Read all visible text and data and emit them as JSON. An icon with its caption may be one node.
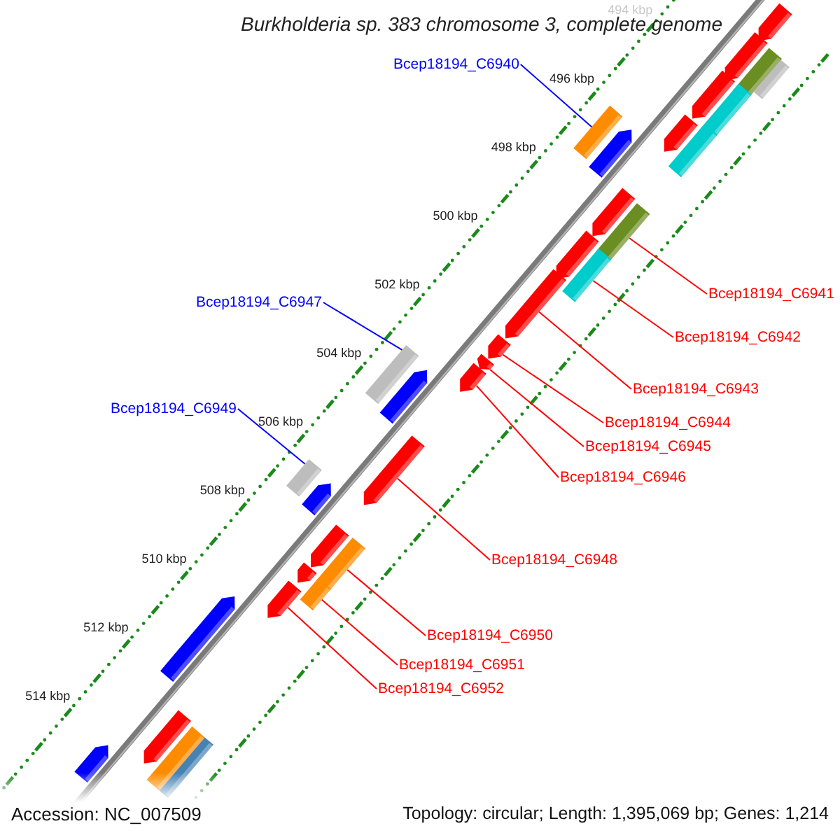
{
  "diagram": {
    "title": "Burkholderia sp. 383 chromosome 3, complete genome",
    "nodes": [
      {
        "text": [
          "Bcep18194_C6940"
        ]
      },
      {
        "text": [
          "Bcep18194_C6941"
        ]
      },
      {
        "text": [
          "Bcep18194_C6942"
        ]
      },
      {
        "text": [
          "Bcep18194_C6947"
        ]
      },
      {
        "text": [
          "Bcep18194_C6943"
        ]
      },
      {
        "text": [
          "Bcep18194_C6949"
        ]
      },
      {
        "text": [
          "Bcep18194_C6944"
        ]
      },
      {
        "text": [
          "Bcep18194_C6945"
        ]
      },
      {
        "text": [
          "Bcep18194_C6946"
        ]
      },
      {
        "text": [
          "Bcep18194_C6948"
        ]
      },
      {
        "text": [
          "Bcep18194_C6950"
        ]
      },
      {
        "text": [
          "Bcep18194_C6951"
        ]
      },
      {
        "text": [
          "Bcep18194_C6952"
        ]
      },
      {
        "text": [],
        "shape": "bar"
      },
      {
        "text": [],
        "shape": "bar"
      },
      {
        "text": [],
        "shape": "bar"
      },
      {
        "text": [],
        "shape": "bar"
      },
      {
        "text": [],
        "shape": "bar"
      },
      {
        "text": [],
        "shape": "bar"
      },
      {
        "text": [],
        "shape": "bar"
      },
      {
        "text": [],
        "shape": "bar"
      },
      {
        "text": [],
        "shape": "bar"
      },
      {
        "text": [],
        "shape": "bar"
      },
      {
        "text": [],
        "shape": "bar"
      },
      {
        "text": [],
        "shape": "bar"
      },
      {
        "text": [],
        "shape": "bar"
      },
      {
        "text": [],
        "shape": "bar"
      },
      {
        "text": [],
        "shape": "bar"
      },
      {
        "text": [],
        "shape": "bar"
      },
      {
        "text": [],
        "shape": "bar"
      },
      {
        "text": [],
        "shape": "bar"
      },
      {
        "text": [],
        "shape": "bar"
      },
      {
        "text": [],
        "shape": "bar"
      },
      {
        "text": [],
        "shape": "bar"
      },
      {
        "text": [],
        "shape": "bar"
      },
      {
        "text": [],
        "shape": "bar"
      },
      {
        "text": [],
        "shape": "bar"
      },
      {
        "text": [],
        "shape": "bar"
      },
      {
        "text": [],
        "shape": "bar"
      },
      {
        "text": [],
        "shape": "bar"
      },
      {
        "text": [],
        "shape": "bar"
      },
      {
        "text": [],
        "shape": "bar"
      },
      {
        "text": [],
        "shape": "bar"
      },
      {
        "text": [],
        "shape": "bar"
      },
      {
        "text": [],
        "shape": "bar"
      },
      {
        "text": [],
        "shape": "bar"
      }
    ],
    "edges": [
      {
        "from": 0,
        "to": 21,
        "arrow": "none",
        "color": "#0000ff"
      },
      {
        "from": 1,
        "to": 24,
        "arrow": "none"
      },
      {
        "from": 2,
        "to": 26,
        "arrow": "none"
      },
      {
        "from": 3,
        "to": 31,
        "arrow": "none",
        "color": "#0000ff"
      },
      {
        "from": 4,
        "to": 27,
        "arrow": "none"
      },
      {
        "from": 5,
        "to": 34,
        "arrow": "none",
        "color": "#0000ff"
      },
      {
        "from": 6,
        "to": 28,
        "arrow": "none"
      },
      {
        "from": 7,
        "to": 29,
        "arrow": "none"
      },
      {
        "from": 8,
        "to": 30,
        "arrow": "none"
      },
      {
        "from": 9,
        "to": 33,
        "arrow": "none"
      },
      {
        "from": 10,
        "to": 37,
        "arrow": "none"
      },
      {
        "from": 11,
        "to": 39,
        "arrow": "none"
      },
      {
        "from": 12,
        "to": 40,
        "arrow": "none"
      }
    ],
    "labels": [
      "494 kbp",
      "496 kbp",
      "498 kbp",
      "500 kbp",
      "502 kbp",
      "504 kbp",
      "506 kbp",
      "508 kbp",
      "510 kbp",
      "512 kbp",
      "514 kbp",
      "Accession: NC_007509",
      "Topology: circular; Length: 1,395,069 bp; Genes: 1,214"
    ]
  }
}
